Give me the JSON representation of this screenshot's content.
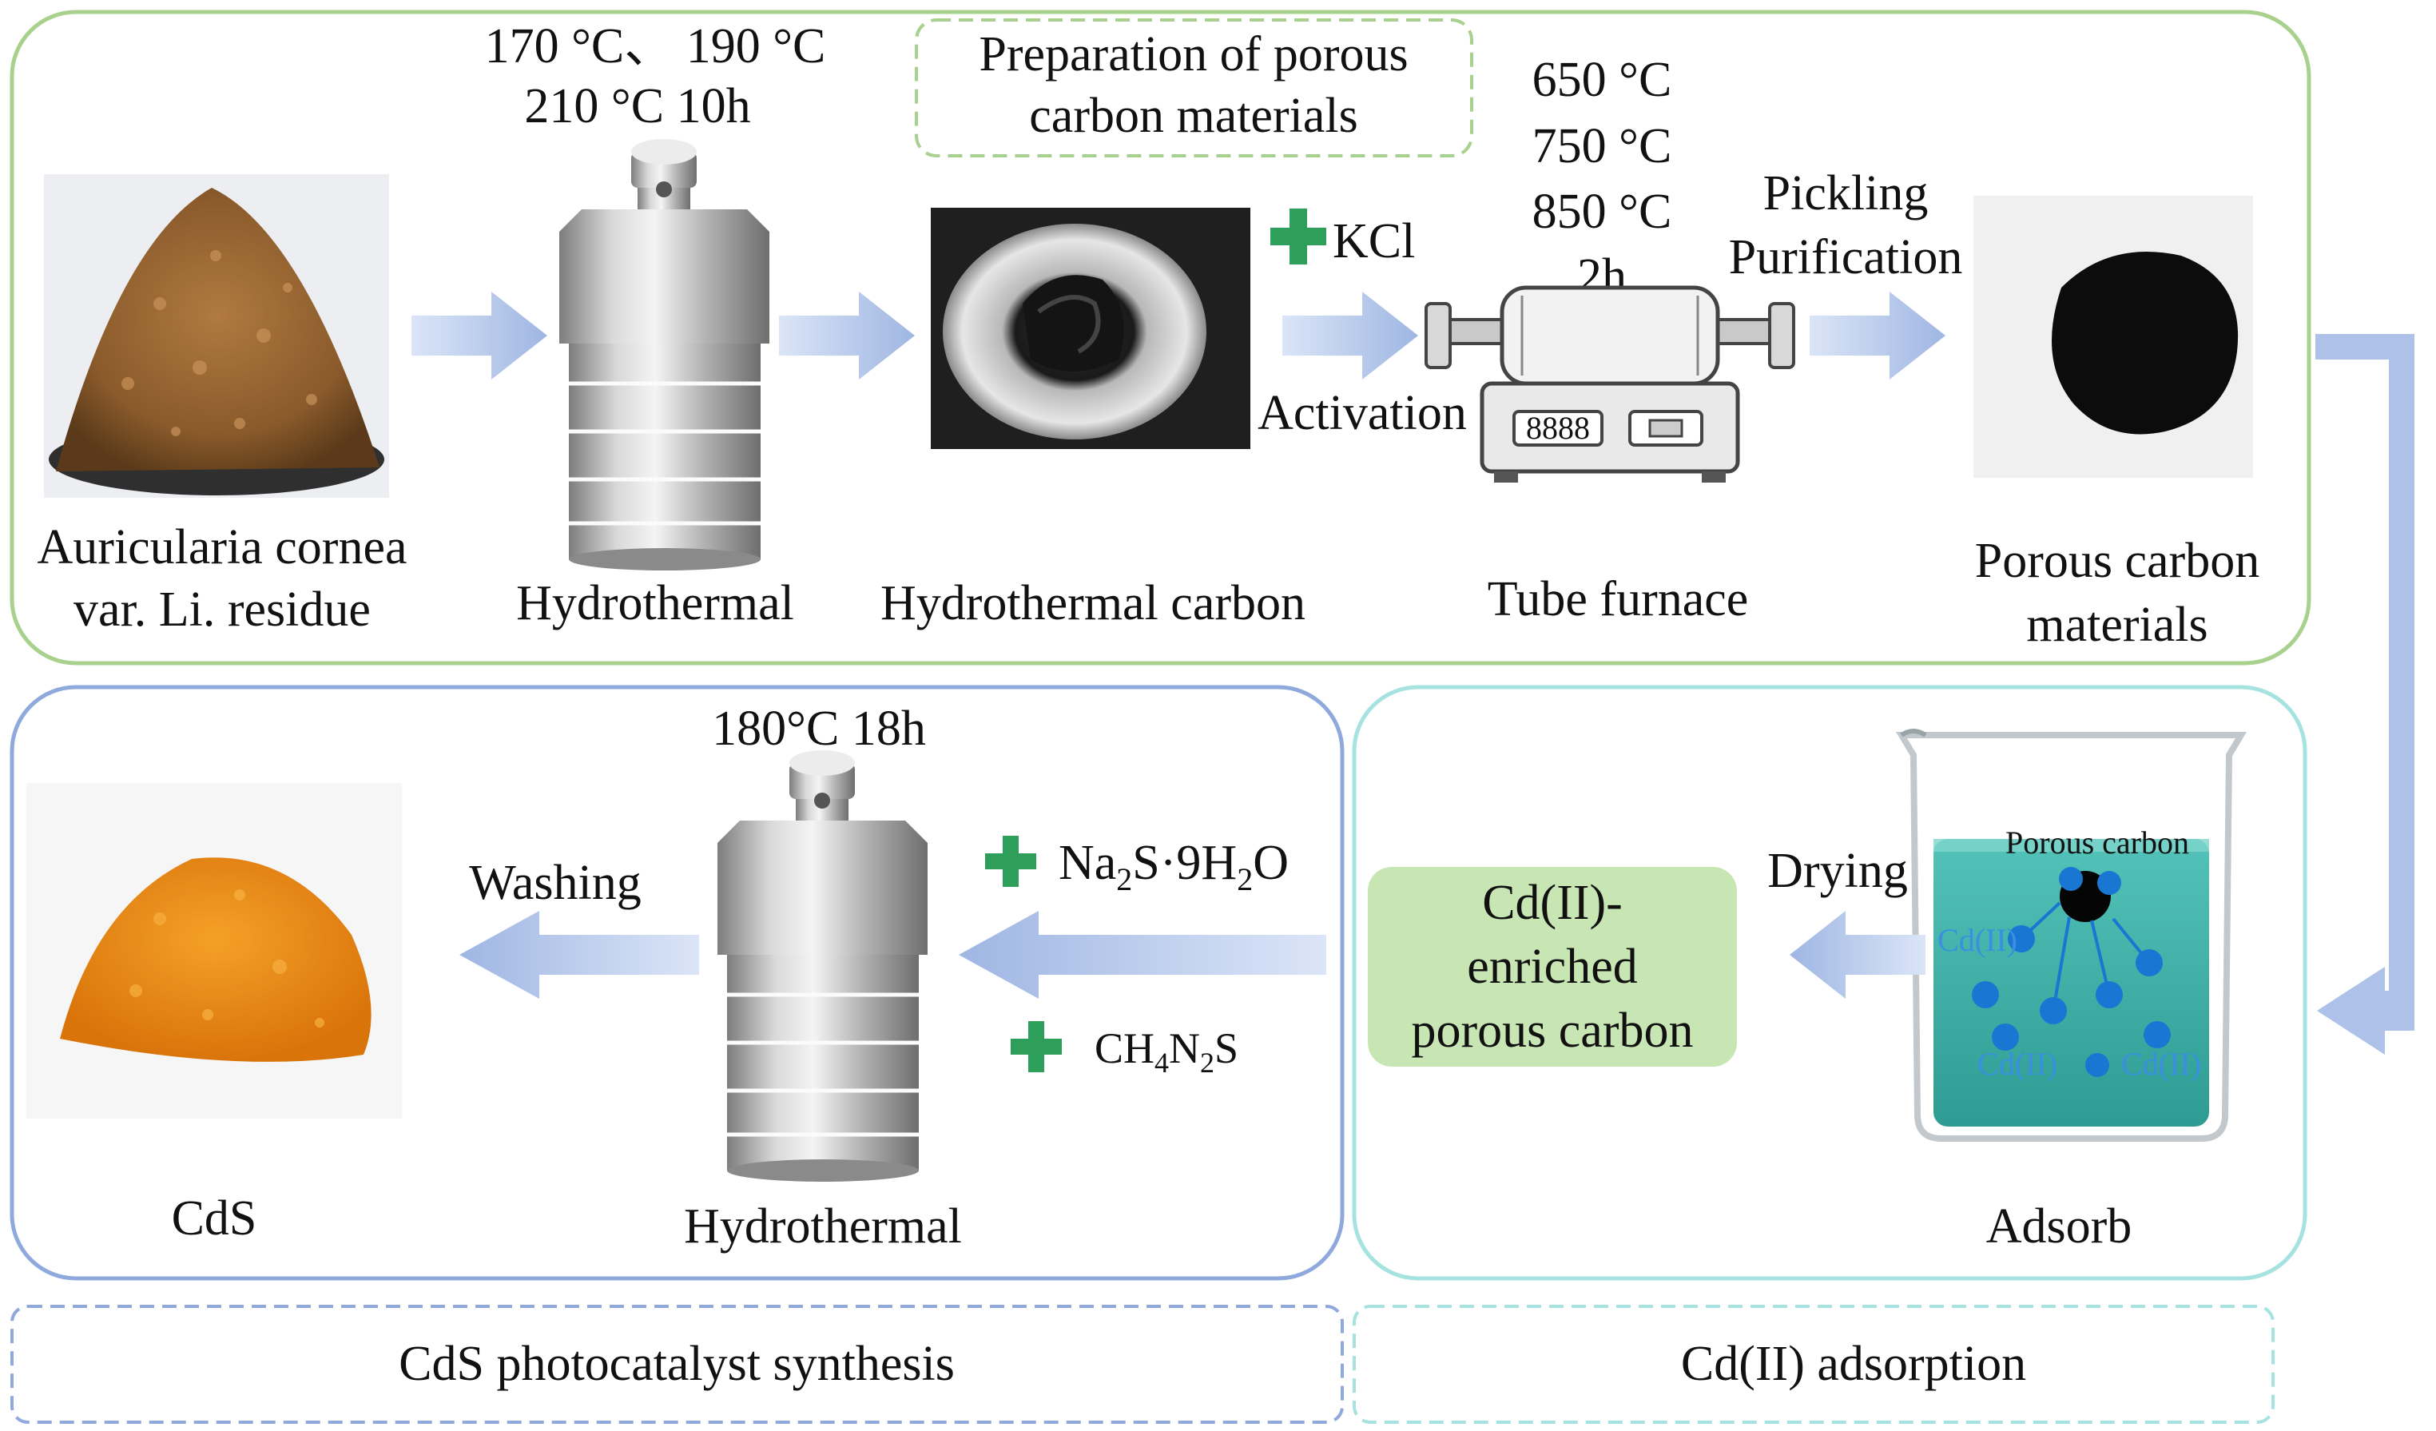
{
  "sections": {
    "top_title": [
      "Preparation of porous",
      "carbon materials"
    ],
    "bottom_left_caption": "CdS photocatalyst synthesis",
    "bottom_right_caption": "Cd(II) adsorption"
  },
  "top": {
    "residue_label": [
      "Auricularia cornea",
      "var. Li. residue"
    ],
    "hydro_conditions": [
      "170 °C、 190 °C",
      "210 °C  10h"
    ],
    "hydro_label": "Hydrothermal",
    "hydro_carbon_label": "Hydrothermal carbon",
    "kcl_label": "KCl",
    "activation_label": "Activation",
    "furnace_conditions": [
      "650 °C",
      "750 °C",
      "850 °C",
      "2h"
    ],
    "furnace_label": "Tube furnace",
    "furnace_display": "8888",
    "pickling_label": [
      "Pickling",
      "Purification"
    ],
    "porous_label": [
      "Porous carbon",
      "materials"
    ]
  },
  "bottom_left": {
    "cds_label": "CdS",
    "washing_label": "Washing",
    "hydro_conditions": "180°C 18h",
    "hydro_label": "Hydrothermal",
    "reagent1": {
      "main": "Na",
      "sub1": "2",
      "mid": "S·9H",
      "sub2": "2",
      "tail": "O"
    },
    "reagent2": {
      "main": "CH",
      "sub1": "4",
      "mid": "N",
      "sub2": "2",
      "tail": "S"
    }
  },
  "bottom_right": {
    "drying_label": "Drying",
    "enriched_label": [
      "Cd(II)-",
      "enriched",
      "porous carbon"
    ],
    "porous_carbon_tag": "Porous carbon",
    "ion_labels": [
      "Cd(II)",
      "Cd(II)",
      "Cd(II)"
    ],
    "adsorb_label": "Adsorb"
  },
  "colors": {
    "top_border": "#a9d18e",
    "bottom_left_border": "#8fa9dc",
    "bottom_right_border": "#a6e3e0",
    "arrow": "#aec1e8",
    "plus": "#2e9e5b",
    "enriched_box": "#c8e6b4",
    "solution": "#3fb8ae",
    "ion": "#1976d2",
    "ion_text": "#3a8fe0",
    "cds": "#e8850f"
  },
  "icons": [
    "autoclave-icon",
    "tube-furnace-icon",
    "beaker-icon",
    "plus-icon",
    "flow-arrow"
  ]
}
